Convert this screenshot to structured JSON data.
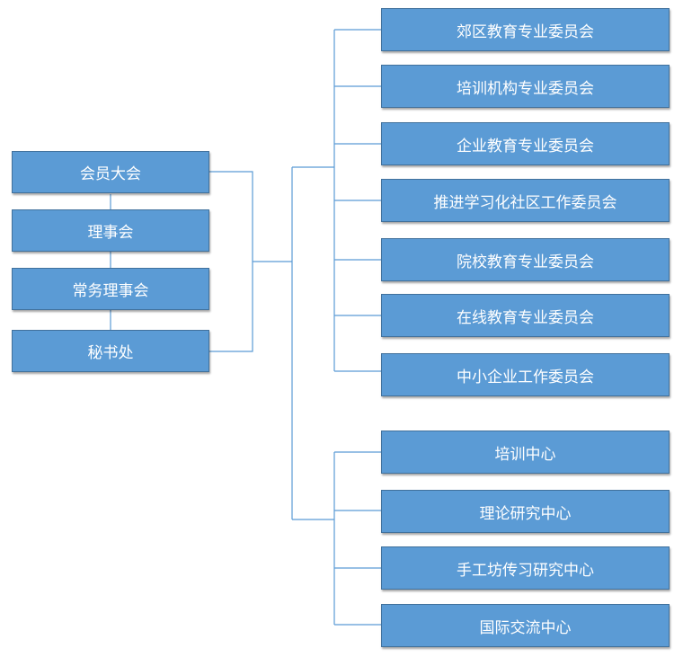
{
  "left_boxes": [
    "会员大会",
    "理事会",
    "常务理事会",
    "秘书处"
  ],
  "committees": [
    "郊区教育专业委员会",
    "培训机构专业委员会",
    "企业教育专业委员会",
    "推进学习化社区工作委员会",
    "院校教育专业委员会",
    "在线教育专业委员会",
    "中小企业工作委员会"
  ],
  "centers": [
    "培训中心",
    "理论研究中心",
    "手工坊传习研究中心",
    "国际交流中心"
  ],
  "colors": {
    "box_fill": "#5b9bd5",
    "box_border": "#41719c",
    "connector": "#5b9bd5",
    "text": "#ffffff"
  }
}
